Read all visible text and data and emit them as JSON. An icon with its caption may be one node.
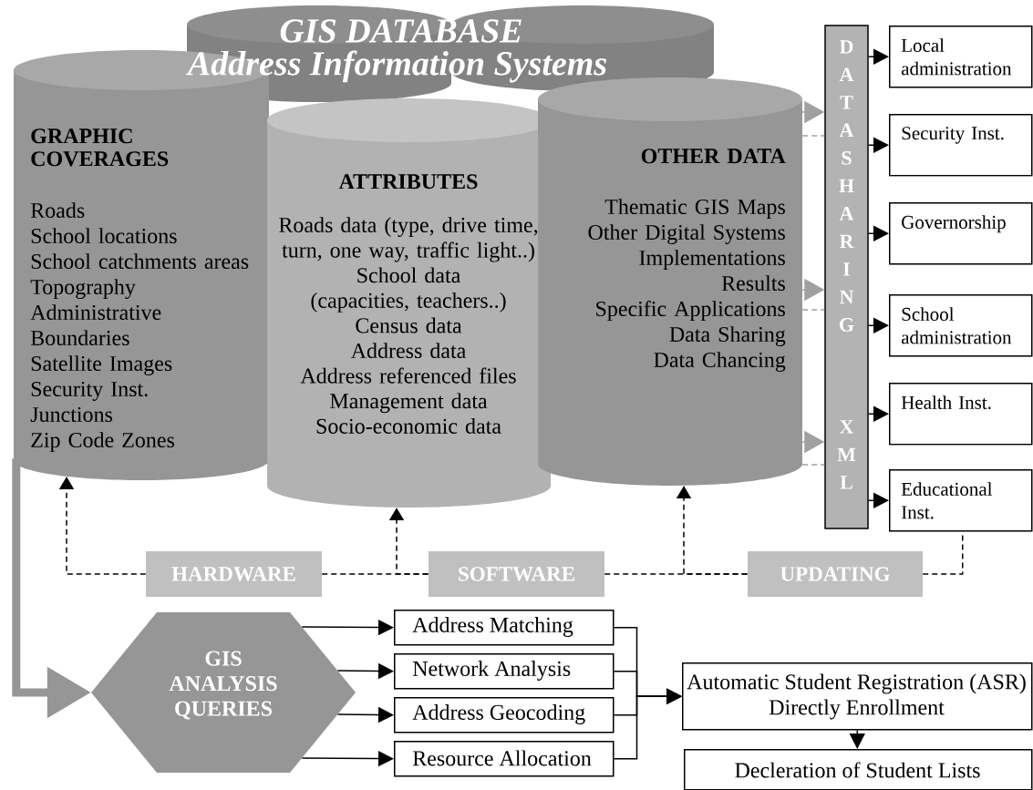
{
  "diagram": {
    "title": "GIS DATABASE",
    "nodes": [
      {
        "text": [],
        "shape": "cylinder"
      },
      {
        "text": [],
        "shape": "cylinder"
      },
      {
        "text": [
          "GRAPHIC COVERAGES",
          "Roads",
          "School locations",
          "School catchments areas",
          "Topography",
          "Administrative Boundaries",
          "Satellite Images",
          "Security Inst.",
          "Junctions",
          "Zip Code Zones"
        ]
      },
      {
        "text": [
          "ATTRIBUTES",
          "Roads data (type, drive time, turn, one way, traffic light..)",
          "School data (capacities, teachers..)",
          "Census data",
          "Address data",
          "Address referenced files",
          "Management data",
          "Socio-economic data"
        ]
      },
      {
        "text": [
          "OTHER DATA",
          "Thematic GIS Maps",
          "Other Digital Systems",
          "Implementations",
          "Results",
          "Specific Applications",
          "Data Sharing",
          "Data Chancing"
        ]
      },
      {
        "text": [
          "DATA SHARING",
          "XML"
        ]
      },
      {
        "text": [
          "Local administration"
        ]
      },
      {
        "text": [
          "Security Inst."
        ]
      },
      {
        "text": [
          "Governorship"
        ]
      },
      {
        "text": [
          "School administration"
        ]
      },
      {
        "text": [
          "Health Inst."
        ]
      },
      {
        "text": [
          "Educational Inst."
        ]
      },
      {
        "text": [
          "HARDWARE"
        ]
      },
      {
        "text": [
          "SOFTWARE"
        ]
      },
      {
        "text": [
          "UPDATING"
        ]
      },
      {
        "text": [
          "GIS ANALYSIS QUERIES"
        ]
      },
      {
        "text": [
          "Address Matching"
        ]
      },
      {
        "text": [
          "Network Analysis"
        ]
      },
      {
        "text": [
          "Address Geocoding"
        ]
      },
      {
        "text": [
          "Resource Allocation"
        ]
      },
      {
        "text": [
          "Automatic Student Registration (ASR)",
          "Directly Enrollment"
        ]
      },
      {
        "text": [
          "Decleration of Student Lists"
        ]
      }
    ],
    "edges": [
      {
        "from": 4,
        "to": 5,
        "arrow": "to",
        "color": "#a0a0a0"
      },
      {
        "from": 4,
        "to": 5,
        "arrow": "none",
        "style": "dashed",
        "color": "#a0a0a0"
      },
      {
        "from": 4,
        "to": 5,
        "arrow": "to",
        "color": "#a0a0a0"
      },
      {
        "from": 4,
        "to": 5,
        "arrow": "none",
        "style": "dashed",
        "color": "#a0a0a0"
      },
      {
        "from": 4,
        "to": 5,
        "arrow": "to",
        "color": "#a0a0a0"
      },
      {
        "from": 4,
        "to": 5,
        "arrow": "none",
        "style": "dashed",
        "color": "#a0a0a0"
      },
      {
        "from": 5,
        "to": 6,
        "arrow": "to"
      },
      {
        "from": 5,
        "to": 7,
        "arrow": "to"
      },
      {
        "from": 5,
        "to": 8,
        "arrow": "to"
      },
      {
        "from": 5,
        "to": 9,
        "arrow": "to"
      },
      {
        "from": 5,
        "to": 10,
        "arrow": "to"
      },
      {
        "from": 5,
        "to": 11,
        "arrow": "to"
      },
      {
        "from": 12,
        "to": 2,
        "arrow": "to",
        "style": "dashed"
      },
      {
        "from": 12,
        "to": 13,
        "arrow": "none",
        "style": "dashed"
      },
      {
        "from": 13,
        "to": 3,
        "arrow": "to",
        "style": "dashed"
      },
      {
        "from": 13,
        "to": 14,
        "arrow": "none",
        "style": "dashed"
      },
      {
        "from": 14,
        "to": 4,
        "arrow": "to",
        "style": "dashed"
      },
      {
        "from": 14,
        "to": 11,
        "arrow": "none",
        "style": "dashed"
      },
      {
        "from": 2,
        "to": 15,
        "arrow": "to",
        "style": "thick",
        "color": "#969696"
      },
      {
        "from": 15,
        "to": 16,
        "arrow": "to"
      },
      {
        "from": 15,
        "to": 17,
        "arrow": "to"
      },
      {
        "from": 15,
        "to": 18,
        "arrow": "to"
      },
      {
        "from": 15,
        "to": 19,
        "arrow": "to"
      },
      {
        "from": 16,
        "to": 20,
        "arrow": "to"
      },
      {
        "from": 17,
        "to": 20,
        "arrow": "to"
      },
      {
        "from": 18,
        "to": 20,
        "arrow": "to"
      },
      {
        "from": 19,
        "to": 20,
        "arrow": "to"
      },
      {
        "from": 20,
        "to": 21,
        "arrow": "to"
      }
    ],
    "labels": [
      "Address Information Systems"
    ]
  }
}
